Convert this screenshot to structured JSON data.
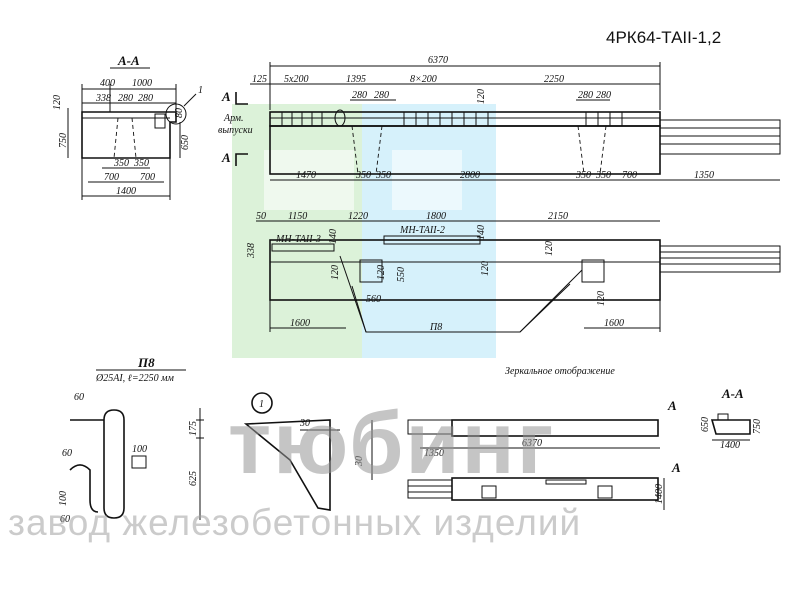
{
  "title_code": "4РК64-ТАII-1,2",
  "watermark": {
    "word": "тюбинг",
    "slogan": "завод железобетонных изделий"
  },
  "section_aa": {
    "label": "А-А",
    "top_dims": [
      "400",
      "1000"
    ],
    "sub_dims": [
      "338",
      "280",
      "280"
    ],
    "left_dims": [
      "120",
      "750"
    ],
    "right_dims": [
      "650",
      "80"
    ],
    "callout": "1",
    "bottom_dims": [
      "350",
      "350",
      "700",
      "700",
      "1400"
    ]
  },
  "elevation": {
    "total": "6370",
    "top_dims": [
      "125",
      "5x200",
      "1395",
      "8×200",
      "2250"
    ],
    "sub_dims": [
      "280",
      "280",
      "280",
      "280",
      "120"
    ],
    "cut_label": "А",
    "arm_label_1": "Арм.",
    "arm_label_2": "выпуски",
    "bottom_dims": [
      "1470",
      "350",
      "350",
      "2800",
      "350",
      "350",
      "700",
      "1350"
    ]
  },
  "plan": {
    "top_dims": [
      "50",
      "1150",
      "1220",
      "1800",
      "2150"
    ],
    "side_dim": "338",
    "mesh_1": "МН-ТАII-3",
    "mesh_2": "МН-ТАII-2",
    "small_dims": [
      "140",
      "140",
      "120",
      "120",
      "120",
      "120",
      "550",
      "560",
      "120"
    ],
    "bottom_dims": [
      "1600",
      "1600"
    ],
    "bar_label": "П8"
  },
  "mirror_caption": "Зеркальное отображение",
  "p8_detail": {
    "title": "П8",
    "spec": "Ø25AI, ℓ=2250 мм",
    "dims": [
      "60",
      "60",
      "100",
      "100",
      "60",
      "175",
      "625"
    ]
  },
  "node_1": {
    "callout": "1",
    "dims": [
      "30",
      "30"
    ]
  },
  "mini_elevation": {
    "total": "6370",
    "left_dim": "1350",
    "right_dim": "1400",
    "cut_label": "А"
  },
  "mini_section": {
    "label": "А-А",
    "dims": [
      "650",
      "750",
      "1400"
    ]
  }
}
